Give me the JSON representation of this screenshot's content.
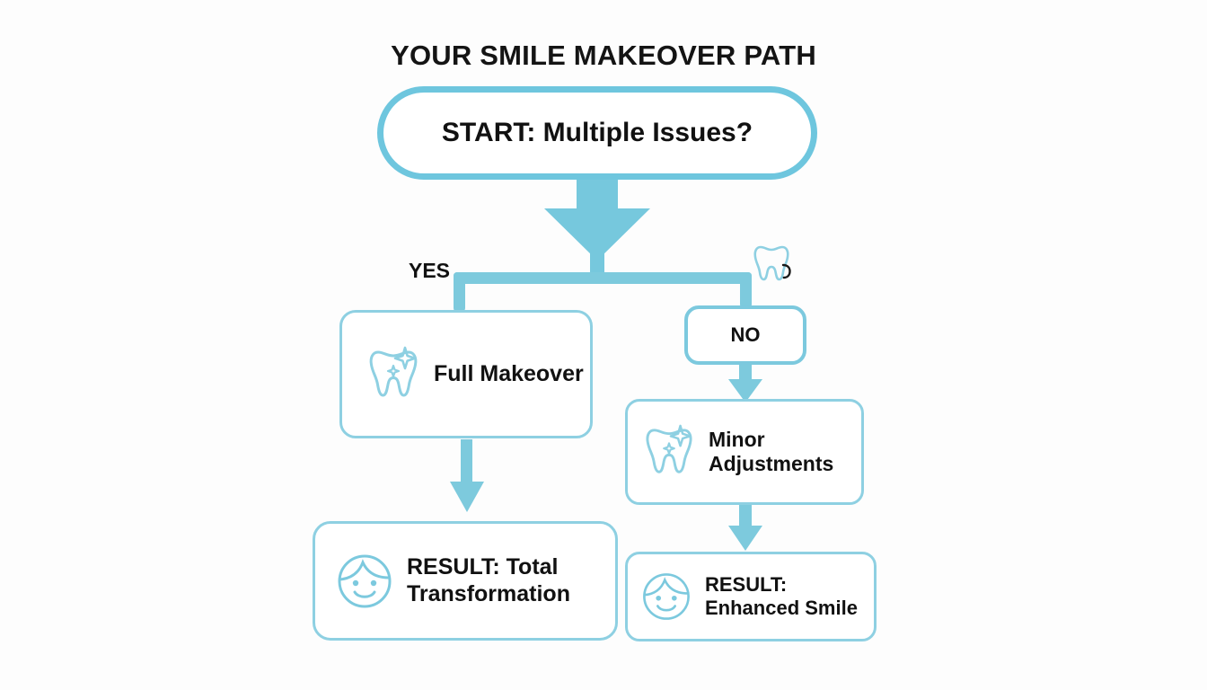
{
  "page": {
    "title": "YOUR SMILE MAKEOVER PATH",
    "background_color": "#fdfdfd",
    "accent_color": "#6ec6de",
    "accent_light_color": "#8ed0e2",
    "text_color": "#111111"
  },
  "diagram": {
    "type": "flowchart",
    "nodes": [
      {
        "id": "start",
        "label": "START: Multiple Issues?",
        "shape": "pill",
        "icon": null,
        "border_color": "#6ec6de"
      },
      {
        "id": "no",
        "label": "NO",
        "shape": "rounded-rect",
        "icon": null,
        "border_color": "#7cc9de"
      },
      {
        "id": "full-makeover",
        "label": "Full Makeover",
        "shape": "rounded-rect",
        "icon": "tooth-sparkle-icon",
        "border_color": "#8ed0e2"
      },
      {
        "id": "minor-adjustments",
        "label": "Minor\nAdjustments",
        "shape": "rounded-rect",
        "icon": "tooth-sparkle-icon",
        "border_color": "#8ed0e2"
      },
      {
        "id": "result-total",
        "label": "RESULT: Total\nTransformation",
        "shape": "rounded-rect",
        "icon": "smiling-face-icon",
        "border_color": "#8ed0e2"
      },
      {
        "id": "result-enhanced",
        "label": "RESULT:\nEnhanced Smile",
        "shape": "rounded-rect",
        "icon": "smiling-face-icon",
        "border_color": "#8ed0e2"
      }
    ],
    "branch_labels": [
      {
        "id": "yes",
        "label": "YES"
      }
    ],
    "edges": [
      {
        "from": "start",
        "to": "branch",
        "style": "thick-down-arrow"
      },
      {
        "from": "branch",
        "to": "full-makeover",
        "style": "elbow-left",
        "label": "YES"
      },
      {
        "from": "branch",
        "to": "no",
        "style": "elbow-right"
      },
      {
        "from": "no",
        "to": "minor-adjustments",
        "style": "down-arrow"
      },
      {
        "from": "full-makeover",
        "to": "result-total",
        "style": "down-arrow"
      },
      {
        "from": "minor-adjustments",
        "to": "result-enhanced",
        "style": "down-arrow"
      }
    ],
    "decorations": [
      {
        "id": "deco-tooth",
        "icon": "tooth-icon"
      }
    ]
  }
}
